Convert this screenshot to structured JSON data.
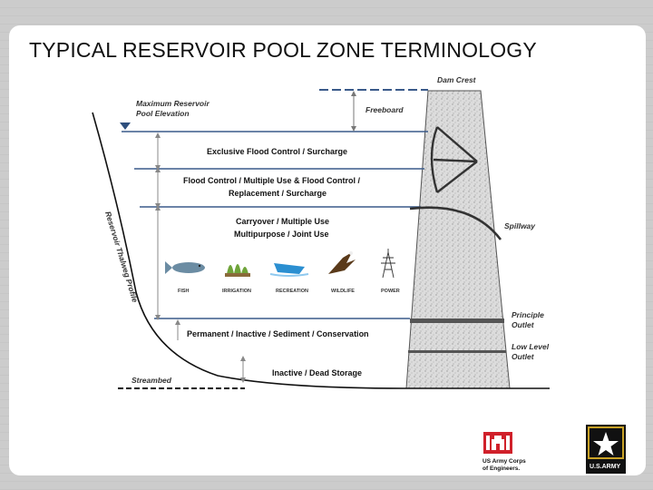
{
  "slide": {
    "title": "TYPICAL RESERVOIR POOL ZONE TERMINOLOGY"
  },
  "diagram": {
    "dam_crest": "Dam Crest",
    "max_pool_line1": "Maximum Reservoir",
    "max_pool_line2": "Pool Elevation",
    "freeboard": "Freeboard",
    "zones": {
      "exclusive_flood": "Exclusive Flood Control / Surcharge",
      "flood_multi_line1": "Flood Control / Multiple Use & Flood Control /",
      "flood_multi_line2": "Replacement / Surcharge",
      "carryover_line1": "Carryover / Multiple Use",
      "carryover_line2": "Multipurpose / Joint Use",
      "permanent": "Permanent / Inactive / Sediment / Conservation",
      "inactive": "Inactive / Dead Storage"
    },
    "uses": [
      "FISH",
      "IRRIGATION",
      "RECREATION",
      "WILDLIFE",
      "POWER"
    ],
    "spillway": "Spillway",
    "principle_outlet_line1": "Principle",
    "principle_outlet_line2": "Outlet",
    "low_level_outlet_line1": "Low Level",
    "low_level_outlet_line2": "Outlet",
    "thalweg": "Reservoir Thalweg Profile",
    "streambed": "Streambed"
  },
  "logos": {
    "usace_line1": "US Army Corps",
    "usace_line2": "of Engineers.",
    "army_text": "U.S.ARMY"
  }
}
